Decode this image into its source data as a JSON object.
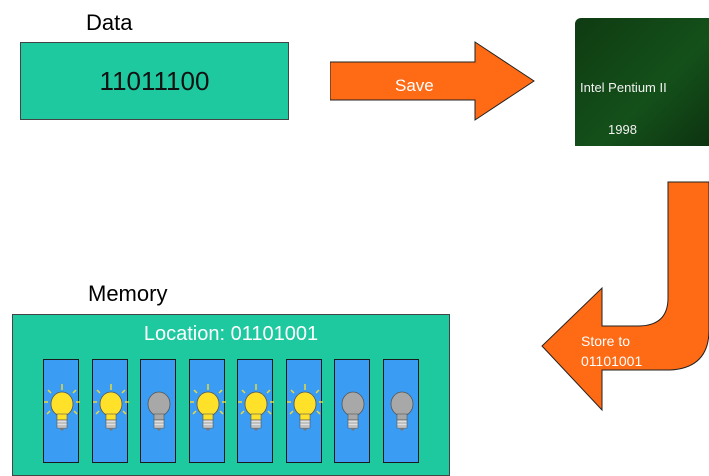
{
  "data_label": "Data",
  "data_value": "11011100",
  "save_label": "Save",
  "cpu": {
    "name": "Intel Pentium II",
    "year": "1998"
  },
  "store_label": {
    "line1": "Store to",
    "line2": "01101001"
  },
  "memory_label": "Memory",
  "location_label": "Location: 01101001",
  "bits": [
    1,
    1,
    0,
    1,
    1,
    1,
    0,
    0
  ],
  "colors": {
    "teal": "#1fc9a0",
    "orange": "#ff6a14",
    "chip_green": "#14501a",
    "cell_blue": "#3a9cf2",
    "bulb_on": "#ffe12a",
    "bulb_off": "#a8a8a8"
  }
}
